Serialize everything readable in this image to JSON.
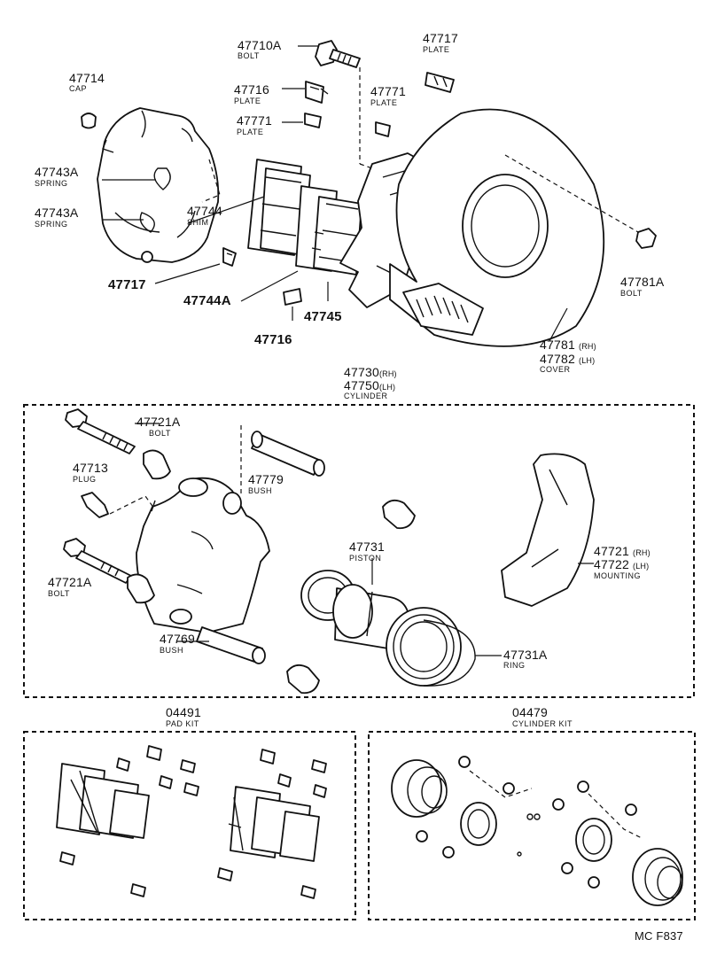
{
  "parts": {
    "p47714": {
      "num": "47714",
      "name": "CAP"
    },
    "p47743a_top": {
      "num": "47743A",
      "name": "SPRING"
    },
    "p47743a_bot": {
      "num": "47743A",
      "name": "SPRING"
    },
    "p47744": {
      "num": "47744",
      "name": "SHIM"
    },
    "p47717_left": {
      "num": "47717"
    },
    "p47710a": {
      "num": "47710A",
      "name": "BOLT"
    },
    "p47716_top": {
      "num": "47716",
      "name": "PLATE"
    },
    "p47771_left": {
      "num": "47771",
      "name": "PLATE"
    },
    "p47717_top": {
      "num": "47717",
      "name": "PLATE"
    },
    "p47771_right": {
      "num": "47771",
      "name": "PLATE"
    },
    "p47744a": {
      "num": "47744A"
    },
    "p47745": {
      "num": "47745"
    },
    "p47716_bot": {
      "num": "47716"
    },
    "p47781a": {
      "num": "47781A",
      "name": "BOLT"
    },
    "p47781": {
      "num": "47781",
      "suffix": "(RH)"
    },
    "p47782": {
      "num": "47782",
      "suffix": "(LH)",
      "name": "COVER"
    },
    "p47730": {
      "num": "47730",
      "suffix": "(RH)"
    },
    "p47750": {
      "num": "47750",
      "suffix": "(LH)",
      "name": "CYLINDER"
    },
    "p47721a_top": {
      "num": "47721A",
      "name": "BOLT"
    },
    "p47713": {
      "num": "47713",
      "name": "PLUG"
    },
    "p47779": {
      "num": "47779",
      "name": "BUSH"
    },
    "p47721a_bot": {
      "num": "47721A",
      "name": "BOLT"
    },
    "p47731": {
      "num": "47731",
      "name": "PISTON"
    },
    "p47769": {
      "num": "47769",
      "name": "BUSH"
    },
    "p47731a": {
      "num": "47731A",
      "name": "RING"
    },
    "p47721": {
      "num": "47721",
      "suffix": "(RH)"
    },
    "p47722": {
      "num": "47722",
      "suffix": "(LH)",
      "name": "MOUNTING"
    },
    "p04491": {
      "num": "04491",
      "name": "PAD KIT"
    },
    "p04479": {
      "num": "04479",
      "name": "CYLINDER KIT"
    }
  },
  "footer": {
    "code": "MC F837"
  }
}
